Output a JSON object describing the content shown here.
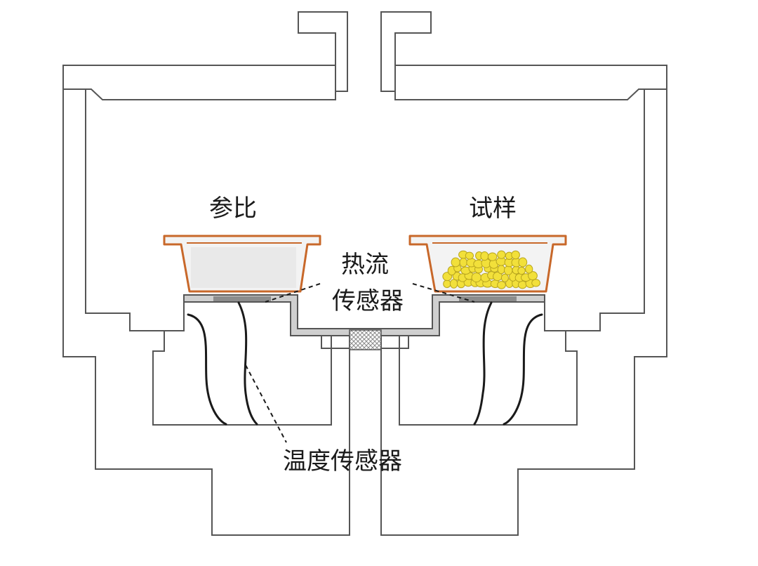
{
  "labels": {
    "reference": "参比",
    "sample": "试样",
    "heat_flow_sensor_line1": "热流",
    "heat_flow_sensor_line2": "传感器",
    "temperature_sensor": "温度传感器"
  },
  "colors": {
    "outline": "#555555",
    "crucible": "#d0702a",
    "crucible_fill": "#ececec",
    "sample_granules": "#f2e03a",
    "sensor_plate": "#bdbdbd",
    "wire": "#1a1a1a",
    "filter": "#9a9a9a"
  }
}
